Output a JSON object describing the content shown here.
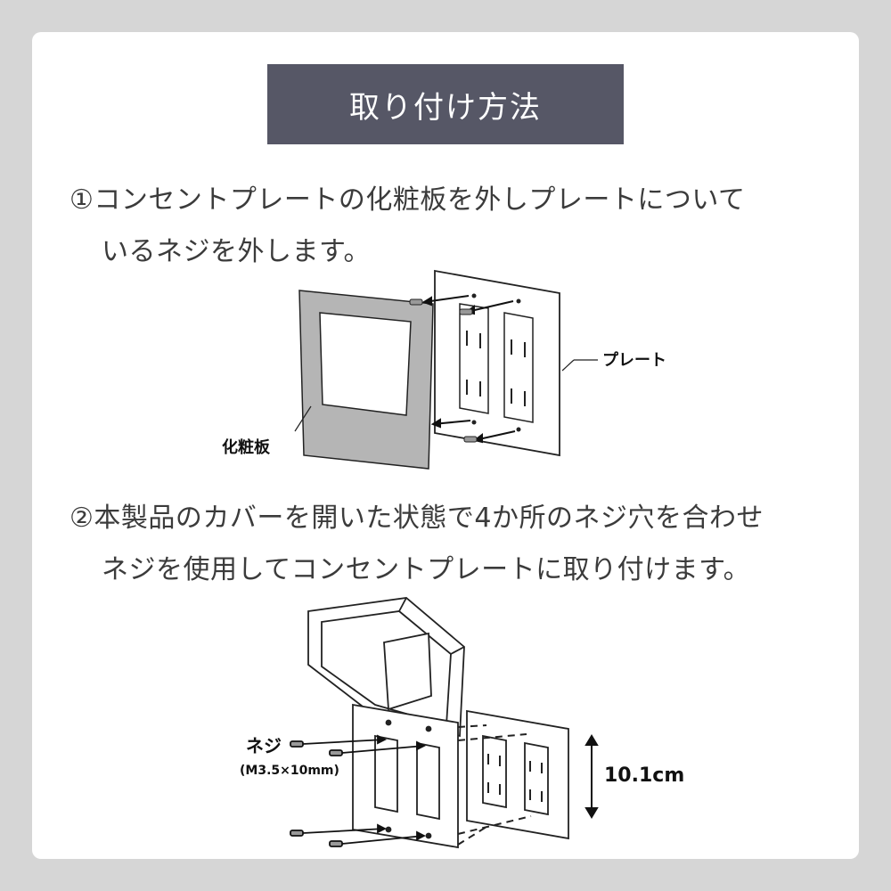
{
  "header": {
    "title": "取り付け方法"
  },
  "step1": {
    "line1": "①コンセントプレートの化粧板を外しプレートについて",
    "line2": "いるネジを外します。",
    "diagram": {
      "cover_label": "化粧板",
      "plate_label": "プレート"
    }
  },
  "step2": {
    "line1": "②本製品のカバーを開いた状態で4か所のネジ穴を合わせ",
    "line2": "ネジを使用してコンセントプレートに取り付けます。",
    "diagram": {
      "screw_label": "ネジ",
      "screw_spec": "(M3.5×10mm)",
      "height_label": "10.1cm"
    }
  },
  "colors": {
    "title_bg": "#565766",
    "page_bg": "#d6d6d6",
    "card_bg": "#ffffff",
    "text": "#3b3b3b",
    "cover_gray": "#b5b5b5"
  }
}
